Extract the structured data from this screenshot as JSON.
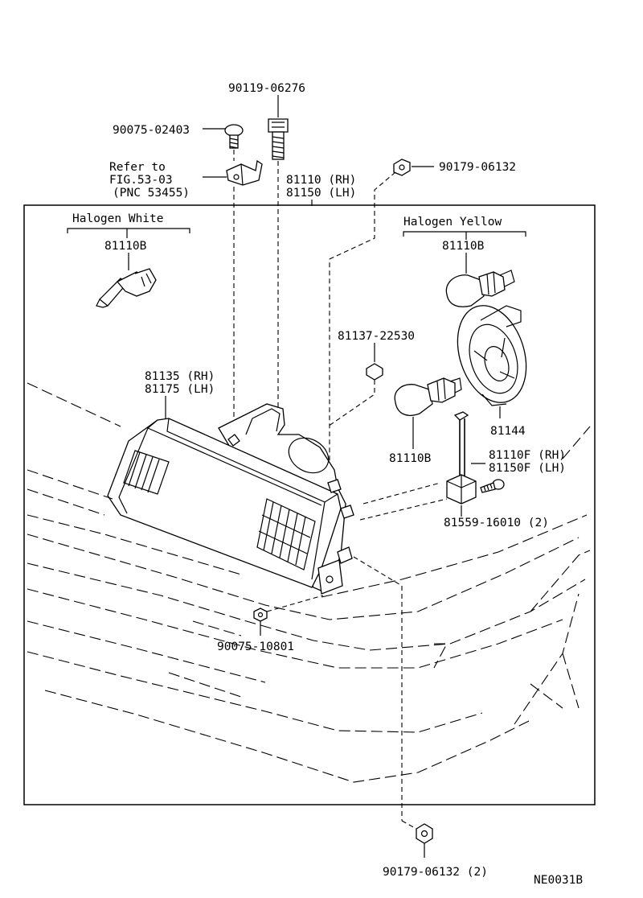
{
  "labels": {
    "bolt_top": "90119-06276",
    "screw_top": "90075-02403",
    "refer_line1": "Refer to",
    "refer_line2": "FIG.53-03",
    "refer_line3": "(PNC 53455)",
    "assy_rh": "81110 (RH)",
    "assy_lh": "81150 (LH)",
    "nut_top": "90179-06132",
    "halogen_white": "Halogen White",
    "bulb_white": "81110B",
    "halogen_yellow": "Halogen Yellow",
    "bulb_yellow": "81110B",
    "clip": "81137-22530",
    "lens_rh": "81135 (RH)",
    "lens_lh": "81175 (LH)",
    "cover": "81144",
    "bulb_center": "81110B",
    "socket_rh": "81110F (RH)",
    "socket_lh": "81150F (LH)",
    "screw_right": "81559-16010 (2)",
    "nut_bottom_left": "90075-10801",
    "nut_bottom": "90179-06132 (2)",
    "diagram_code": "NE0031B"
  },
  "icons": [
    "bolt-icon",
    "screw-icon",
    "bracket-icon",
    "nut-icon",
    "bulb-icon",
    "headlamp-icon",
    "socket-icon",
    "reflector-cover-icon",
    "clip-icon"
  ]
}
